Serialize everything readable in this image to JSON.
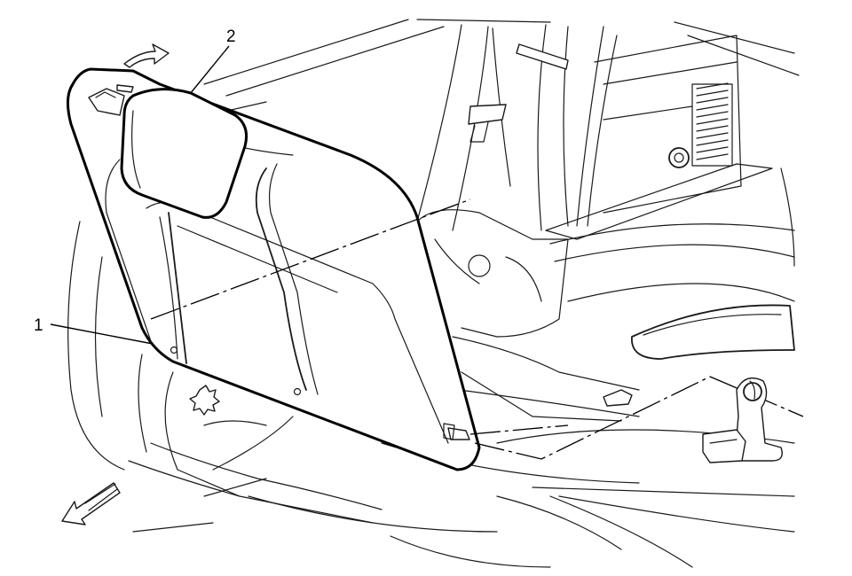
{
  "callouts": [
    {
      "id": "1",
      "label": "1"
    },
    {
      "id": "2",
      "label": "2"
    }
  ],
  "icons": {
    "rotate_arrow": "curved-arrow-icon",
    "direction_arrow": "front-direction-arrow-icon"
  },
  "colors": {
    "line": "#000000",
    "background": "#ffffff"
  }
}
